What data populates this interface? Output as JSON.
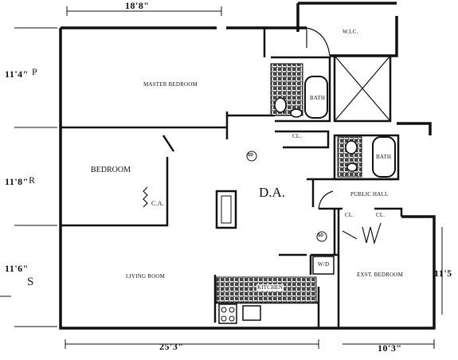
{
  "dimensions": {
    "top_width": "18'8\"",
    "master_height": "11'4\"",
    "master_tag": "P",
    "bedroom_height": "11'8\"",
    "bedroom_tag": "R",
    "living_height": "11'6\"",
    "living_tag": "S",
    "bottom_width": "25'3\"",
    "exst_bottom_width": "10'3\"",
    "exst_height": "11'5"
  },
  "rooms": {
    "wic": "W.I.C.",
    "master_bedroom": "MASTER BEDROOM",
    "bath_1": "BATH",
    "bath_2": "BATH",
    "closet_1": "CL.",
    "closet_2": "CL.",
    "closet_3": "CL.",
    "bedroom": "BEDROOM",
    "ca": "C.A.",
    "da": "D.A.",
    "public_hall": "PUBLIC HALL",
    "wd": "W/D",
    "living_room": "LIVING ROOM",
    "kitchen": "KITCHEN",
    "exst_bedroom": "EXST. BEDROOM"
  },
  "symbols": {
    "smoke_1": "SD",
    "smoke_2": "SD"
  }
}
